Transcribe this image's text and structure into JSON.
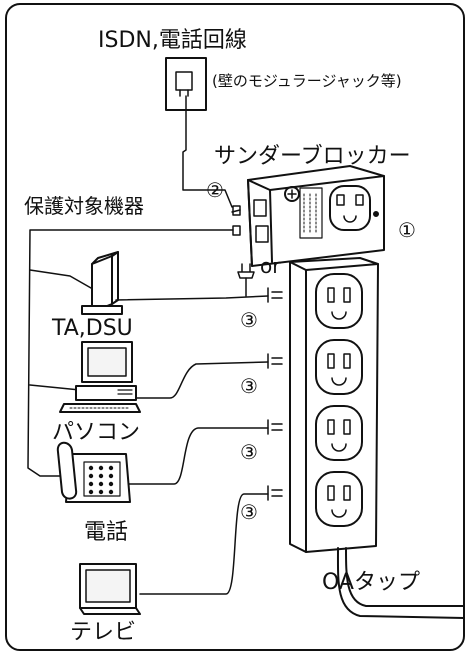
{
  "labels": {
    "isdn_line": "ISDN,電話回線",
    "wall_jack": "(壁のモジュラージャック等)",
    "thunder_blocker": "サンダーブロッカー",
    "protected_devices": "保護対象機器",
    "ta_dsu": "TA,DSU",
    "pc": "パソコン",
    "phone": "電話",
    "tv": "テレビ",
    "oa_tap": "OAタップ",
    "or": "or"
  },
  "markers": {
    "m1": "①",
    "m2": "②",
    "m3a": "③",
    "m3b": "③",
    "m3c": "③",
    "m3d": "③"
  },
  "colors": {
    "line": "#111111",
    "background": "#ffffff",
    "screen": "#f4f4f4"
  }
}
